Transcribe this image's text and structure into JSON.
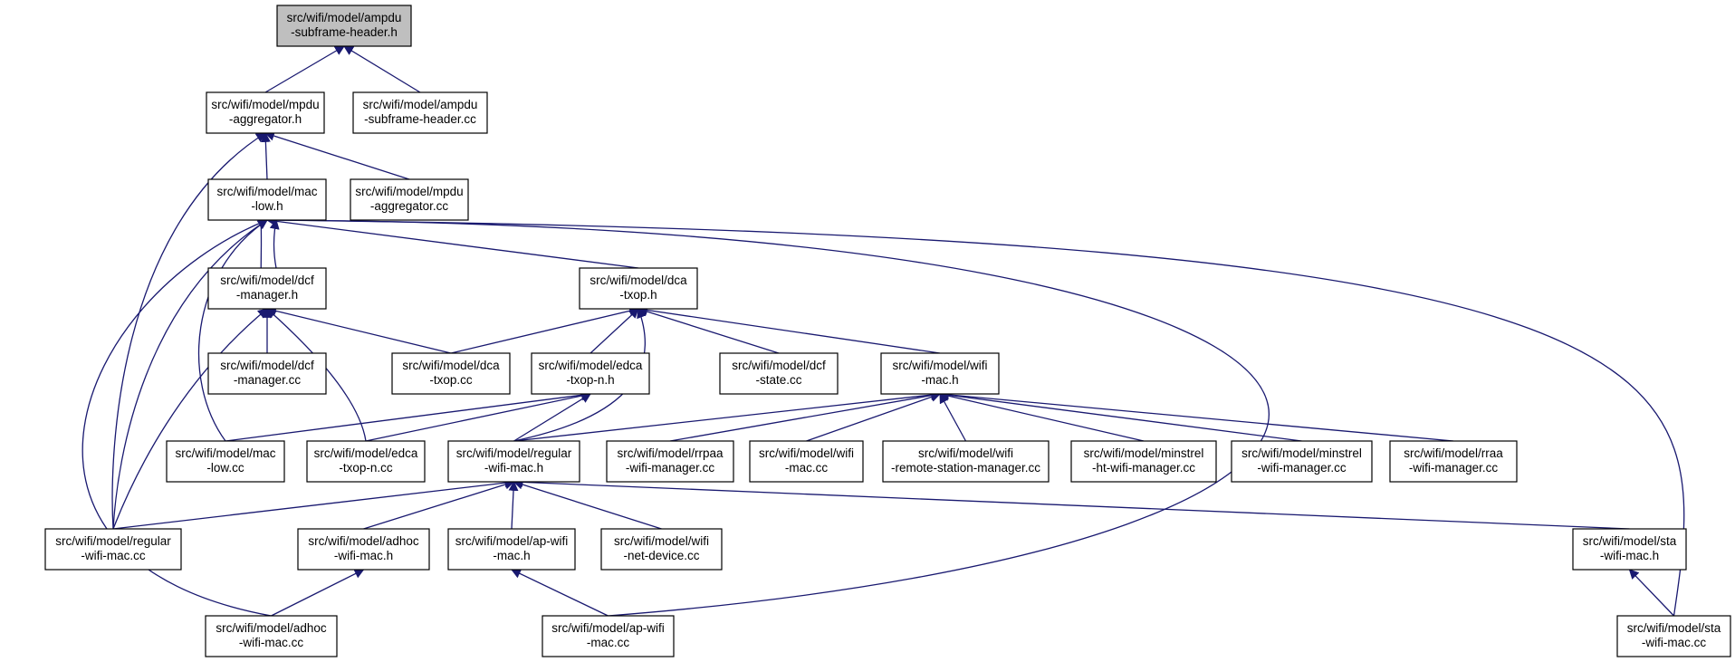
{
  "colors": {
    "edge": "#191970",
    "node_fill": "#ffffff",
    "highlight_fill": "#bfbfbf",
    "border": "#000000"
  },
  "nodes": [
    {
      "id": "n_ampdu_h",
      "highlight": true,
      "lines": [
        "src/wifi/model/ampdu",
        "-subframe-header.h"
      ]
    },
    {
      "id": "n_mpdu_agg_h",
      "lines": [
        "src/wifi/model/mpdu",
        "-aggregator.h"
      ]
    },
    {
      "id": "n_ampdu_cc",
      "lines": [
        "src/wifi/model/ampdu",
        "-subframe-header.cc"
      ]
    },
    {
      "id": "n_maclow_h",
      "lines": [
        "src/wifi/model/mac",
        "-low.h"
      ]
    },
    {
      "id": "n_mpdu_agg_cc",
      "lines": [
        "src/wifi/model/mpdu",
        "-aggregator.cc"
      ]
    },
    {
      "id": "n_dcfmgr_h",
      "lines": [
        "src/wifi/model/dcf",
        "-manager.h"
      ]
    },
    {
      "id": "n_dca_h",
      "lines": [
        "src/wifi/model/dca",
        "-txop.h"
      ]
    },
    {
      "id": "n_dcfmgr_cc",
      "lines": [
        "src/wifi/model/dcf",
        "-manager.cc"
      ]
    },
    {
      "id": "n_dca_cc",
      "lines": [
        "src/wifi/model/dca",
        "-txop.cc"
      ]
    },
    {
      "id": "n_edca_h",
      "lines": [
        "src/wifi/model/edca",
        "-txop-n.h"
      ]
    },
    {
      "id": "n_dcfstate_cc",
      "lines": [
        "src/wifi/model/dcf",
        "-state.cc"
      ]
    },
    {
      "id": "n_wifimac_h",
      "lines": [
        "src/wifi/model/wifi",
        "-mac.h"
      ]
    },
    {
      "id": "n_maclow_cc",
      "lines": [
        "src/wifi/model/mac",
        "-low.cc"
      ]
    },
    {
      "id": "n_edca_cc",
      "lines": [
        "src/wifi/model/edca",
        "-txop-n.cc"
      ]
    },
    {
      "id": "n_regular_h",
      "lines": [
        "src/wifi/model/regular",
        "-wifi-mac.h"
      ]
    },
    {
      "id": "n_rrpaa_cc",
      "lines": [
        "src/wifi/model/rrpaa",
        "-wifi-manager.cc"
      ]
    },
    {
      "id": "n_wifimac_cc",
      "lines": [
        "src/wifi/model/wifi",
        "-mac.cc"
      ]
    },
    {
      "id": "n_rsm_cc",
      "lines": [
        "src/wifi/model/wifi",
        "-remote-station-manager.cc"
      ]
    },
    {
      "id": "n_minht_cc",
      "lines": [
        "src/wifi/model/minstrel",
        "-ht-wifi-manager.cc"
      ]
    },
    {
      "id": "n_minstrel_cc",
      "lines": [
        "src/wifi/model/minstrel",
        "-wifi-manager.cc"
      ]
    },
    {
      "id": "n_rraa_cc",
      "lines": [
        "src/wifi/model/rraa",
        "-wifi-manager.cc"
      ]
    },
    {
      "id": "n_regular_cc",
      "lines": [
        "src/wifi/model/regular",
        "-wifi-mac.cc"
      ]
    },
    {
      "id": "n_adhoc_h",
      "lines": [
        "src/wifi/model/adhoc",
        "-wifi-mac.h"
      ]
    },
    {
      "id": "n_ap_h",
      "lines": [
        "src/wifi/model/ap-wifi",
        "-mac.h"
      ]
    },
    {
      "id": "n_netdev_cc",
      "lines": [
        "src/wifi/model/wifi",
        "-net-device.cc"
      ]
    },
    {
      "id": "n_sta_h",
      "lines": [
        "src/wifi/model/sta",
        "-wifi-mac.h"
      ]
    },
    {
      "id": "n_adhoc_cc",
      "lines": [
        "src/wifi/model/adhoc",
        "-wifi-mac.cc"
      ]
    },
    {
      "id": "n_ap_cc",
      "lines": [
        "src/wifi/model/ap-wifi",
        "-mac.cc"
      ]
    },
    {
      "id": "n_sta_cc",
      "lines": [
        "src/wifi/model/sta",
        "-wifi-mac.cc"
      ]
    }
  ],
  "edges": [
    {
      "from": "n_mpdu_agg_h",
      "to": "n_ampdu_h"
    },
    {
      "from": "n_ampdu_cc",
      "to": "n_ampdu_h"
    },
    {
      "from": "n_maclow_h",
      "to": "n_mpdu_agg_h"
    },
    {
      "from": "n_mpdu_agg_cc",
      "to": "n_mpdu_agg_h"
    },
    {
      "from": "n_regular_cc",
      "to": "n_mpdu_agg_h"
    },
    {
      "from": "n_dcfmgr_h",
      "to": "n_maclow_h"
    },
    {
      "from": "n_maclow_h",
      "to": "n_dcfmgr_h"
    },
    {
      "from": "n_dca_h",
      "to": "n_maclow_h"
    },
    {
      "from": "n_maclow_cc",
      "to": "n_maclow_h"
    },
    {
      "from": "n_regular_cc",
      "to": "n_maclow_h"
    },
    {
      "from": "n_adhoc_cc",
      "to": "n_maclow_h"
    },
    {
      "from": "n_ap_cc",
      "to": "n_maclow_h"
    },
    {
      "from": "n_sta_cc",
      "to": "n_maclow_h"
    },
    {
      "from": "n_dcfmgr_cc",
      "to": "n_dcfmgr_h"
    },
    {
      "from": "n_dca_cc",
      "to": "n_dcfmgr_h"
    },
    {
      "from": "n_edca_cc",
      "to": "n_dcfmgr_h"
    },
    {
      "from": "n_regular_cc",
      "to": "n_dcfmgr_h"
    },
    {
      "from": "n_dca_cc",
      "to": "n_dca_h"
    },
    {
      "from": "n_edca_h",
      "to": "n_dca_h"
    },
    {
      "from": "n_dcfstate_cc",
      "to": "n_dca_h"
    },
    {
      "from": "n_wifimac_h",
      "to": "n_dca_h"
    },
    {
      "from": "n_regular_h",
      "to": "n_dca_h"
    },
    {
      "from": "n_maclow_cc",
      "to": "n_edca_h"
    },
    {
      "from": "n_edca_cc",
      "to": "n_edca_h"
    },
    {
      "from": "n_regular_h",
      "to": "n_edca_h"
    },
    {
      "from": "n_regular_h",
      "to": "n_wifimac_h"
    },
    {
      "from": "n_rrpaa_cc",
      "to": "n_wifimac_h"
    },
    {
      "from": "n_wifimac_cc",
      "to": "n_wifimac_h"
    },
    {
      "from": "n_rsm_cc",
      "to": "n_wifimac_h"
    },
    {
      "from": "n_minht_cc",
      "to": "n_wifimac_h"
    },
    {
      "from": "n_minstrel_cc",
      "to": "n_wifimac_h"
    },
    {
      "from": "n_rraa_cc",
      "to": "n_wifimac_h"
    },
    {
      "from": "n_regular_cc",
      "to": "n_regular_h"
    },
    {
      "from": "n_adhoc_h",
      "to": "n_regular_h"
    },
    {
      "from": "n_ap_h",
      "to": "n_regular_h"
    },
    {
      "from": "n_netdev_cc",
      "to": "n_regular_h"
    },
    {
      "from": "n_sta_h",
      "to": "n_regular_h"
    },
    {
      "from": "n_adhoc_cc",
      "to": "n_adhoc_h"
    },
    {
      "from": "n_ap_cc",
      "to": "n_ap_h"
    },
    {
      "from": "n_sta_cc",
      "to": "n_sta_h"
    }
  ]
}
